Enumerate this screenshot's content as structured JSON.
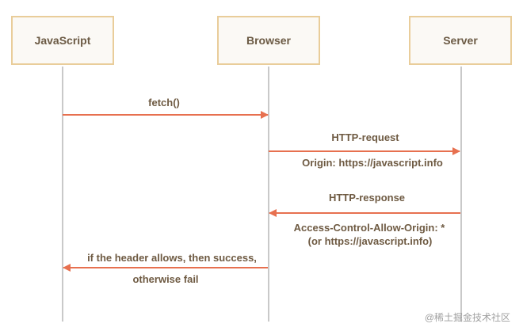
{
  "participants": {
    "javascript": "JavaScript",
    "browser": "Browser",
    "server": "Server"
  },
  "messages": {
    "fetch": {
      "label": "fetch()"
    },
    "http_request": {
      "label": "HTTP-request",
      "detail": "Origin: https://javascript.info"
    },
    "http_response": {
      "label": "HTTP-response",
      "detail_line1": "Access-Control-Allow-Origin: *",
      "detail_line2": "(or https://javascript.info)"
    },
    "result": {
      "line1": "if the header allows, then success,",
      "line2": "otherwise fail"
    }
  },
  "watermark": "@稀土掘金技术社区",
  "colors": {
    "arrow": "#e7704f",
    "box_border": "#e9cd9a",
    "box_fill": "#fbf9f5",
    "lifeline": "#c9c9c9",
    "text": "#6e5a42"
  }
}
